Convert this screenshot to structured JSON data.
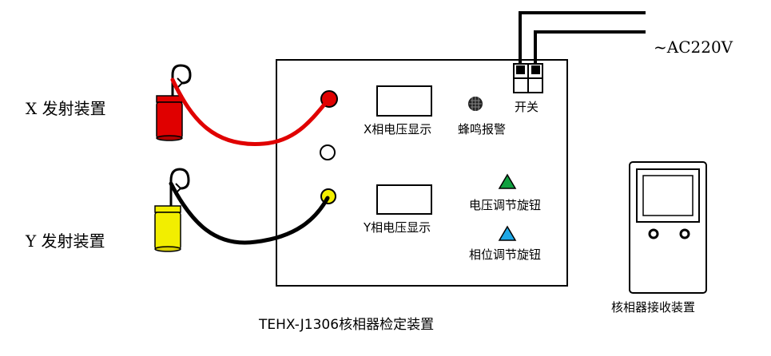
{
  "labels": {
    "x_transmitter": "X 发射装置",
    "y_transmitter": "Y 发射装置",
    "x_voltage_display": "X相电压显示",
    "y_voltage_display": "Y相电压显示",
    "buzzer_alarm": "蜂鸣报警",
    "switch": "开关",
    "voltage_knob": "电压调节旋钮",
    "phase_knob": "相位调节旋钮",
    "receiver": "核相器接收装置",
    "power": "~AC220V",
    "device_caption": "TEHX-J1306核相器检定装置"
  },
  "colors": {
    "red": "#e00000",
    "yellow": "#f2ee00",
    "green": "#10a040",
    "blue": "#1ea8e6",
    "black": "#000000"
  }
}
